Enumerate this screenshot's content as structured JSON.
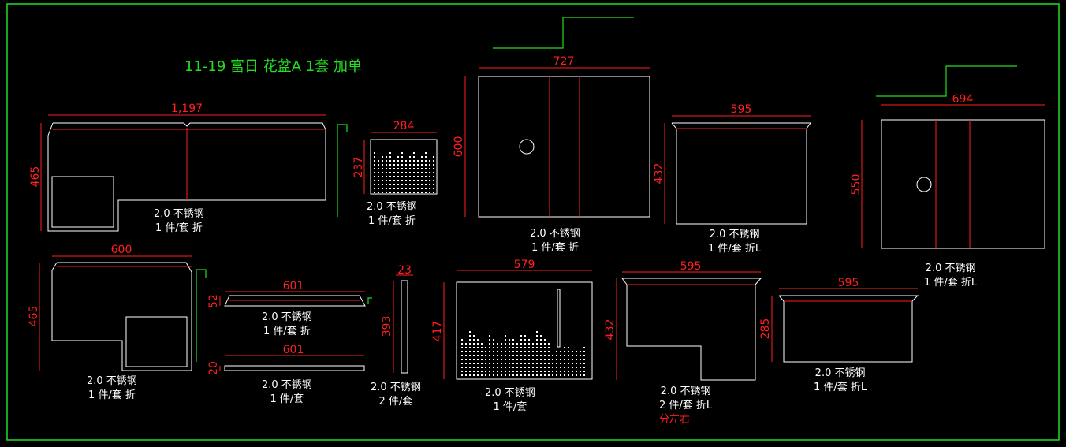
{
  "title": "11-19 富日 花盆A 1套 加单",
  "colors": {
    "background": "#000000",
    "frame": "#22dd22",
    "part": "#ffffff",
    "dimension": "#ff2020",
    "note_red": "#ff2020"
  },
  "parts": [
    {
      "id": "p1",
      "width": "1,197",
      "height": "465",
      "material": "2.0 不锈钢",
      "qty": "1 件/套 折"
    },
    {
      "id": "p2",
      "width": "284",
      "height": "237",
      "material": "2.0 不锈钢",
      "qty": "1 件/套 折"
    },
    {
      "id": "p3",
      "width": "727",
      "height": "600",
      "material": "2.0 不锈钢",
      "qty": "1 件/套 折"
    },
    {
      "id": "p4",
      "width": "595",
      "height": "432",
      "material": "2.0 不锈钢",
      "qty": "1 件/套 折L"
    },
    {
      "id": "p5",
      "width": "694",
      "height": "550",
      "material": "2.0 不锈钢",
      "qty": "1 件/套 折L"
    },
    {
      "id": "p6",
      "width": "600",
      "height": "465",
      "material": "2.0 不锈钢",
      "qty": "1 件/套 折"
    },
    {
      "id": "p7",
      "width": "601",
      "height": "52",
      "material": "2.0 不锈钢",
      "qty": "1 件/套 折"
    },
    {
      "id": "p8",
      "width": "601",
      "height": "20",
      "material": "2.0 不锈钢",
      "qty": "1 件/套"
    },
    {
      "id": "p9",
      "width": "23",
      "height": "393",
      "material": "2.0 不锈钢",
      "qty": "2 件/套"
    },
    {
      "id": "p10",
      "width": "579",
      "height": "417",
      "material": "2.0 不锈钢",
      "qty": "1 件/套"
    },
    {
      "id": "p11",
      "width": "595",
      "height": "432",
      "material": "2.0 不锈钢",
      "qty": "2 件/套 折L",
      "note": "分左右"
    },
    {
      "id": "p12",
      "width": "595",
      "height": "285",
      "material": "2.0 不锈钢",
      "qty": "1 件/套 折L"
    }
  ]
}
